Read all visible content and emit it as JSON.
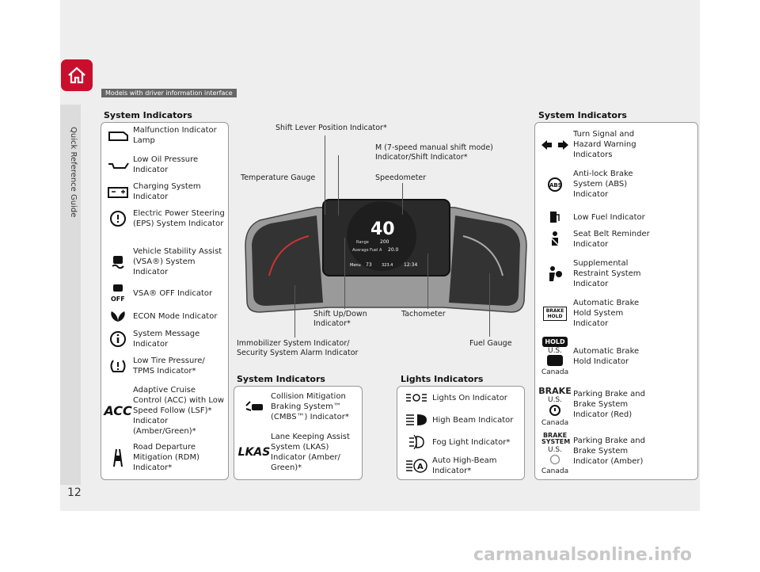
{
  "header": {
    "tag": "Models with driver information interface"
  },
  "sidebar": {
    "title": "Quick Reference Guide"
  },
  "page_number": "12",
  "left_title": "System Indicators",
  "left_items": [
    "Malfunction Indicator Lamp",
    "Low Oil Pressure Indicator",
    "Charging System Indicator",
    "Electric Power Steering (EPS) System Indicator",
    "Vehicle Stability Assist (VSA®) System Indicator",
    "VSA® OFF Indicator",
    "ECON Mode Indicator",
    "System Message Indicator",
    "Low Tire Pressure/ TPMS Indicator*",
    "Adaptive Cruise Control (ACC) with Low Speed Follow (LSF)* Indicator (Amber/Green)*",
    "Road Departure Mitigation (RDM) Indicator*"
  ],
  "right_title": "System Indicators",
  "right_items": [
    "Turn Signal and Hazard Warning Indicators",
    "Anti-lock Brake System (ABS) Indicator",
    "Low Fuel Indicator",
    "Seat Belt Reminder Indicator",
    "Supplemental Restraint System Indicator",
    "Automatic Brake Hold System Indicator",
    "Automatic Brake Hold Indicator",
    "Parking Brake and Brake System Indicator (Red)",
    "Parking Brake and Brake System Indicator (Amber)"
  ],
  "region": {
    "us": "U.S.",
    "canada": "Canada"
  },
  "icon_text": {
    "brake_hold": "BRAKE HOLD",
    "hold": "HOLD",
    "brake": "BRAKE",
    "brake_system": "BRAKE SYSTEM",
    "acc": "ACC",
    "lkas": "LKAS",
    "abs": "ABS"
  },
  "mid_title": "System Indicators",
  "mid_items": [
    "Collision Mitigation Braking System™ (CMBS™) Indicator*",
    "Lane Keeping Assist System (LKAS) Indicator (Amber/ Green)*"
  ],
  "lights_title": "Lights Indicators",
  "lights_items": [
    "Lights On Indicator",
    "High Beam Indicator",
    "Fog Light Indicator*",
    "Auto High-Beam Indicator*"
  ],
  "gauge_labels": {
    "shift_lever": "Shift Lever Position Indicator*",
    "m_mode": "M (7-speed manual shift mode) Indicator/Shift Indicator*",
    "temp": "Temperature Gauge",
    "speedometer": "Speedometer",
    "shift_updown": "Shift Up/Down Indicator*",
    "tachometer": "Tachometer",
    "immobilizer": "Immobilizer System Indicator/ Security System Alarm Indicator",
    "fuel": "Fuel Gauge"
  },
  "cluster": {
    "speed": "40",
    "range": "200",
    "fuel_avg": "20.0",
    "odo": "73",
    "trip": "323.4",
    "time": "12:34",
    "menu": "Menu",
    "range_label": "Range",
    "avg_label": "Average Fuel A"
  },
  "watermark": "carmanualsonline.info"
}
